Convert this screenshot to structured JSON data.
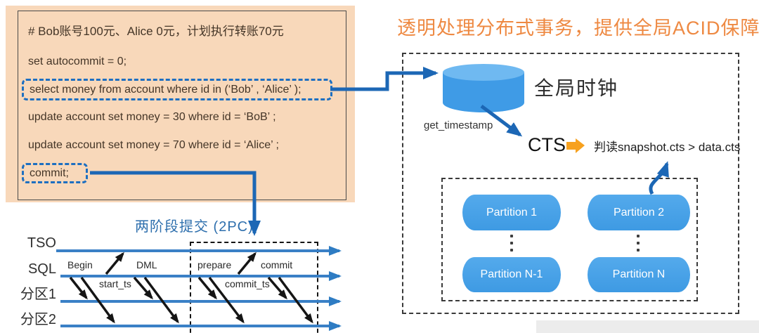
{
  "header": {
    "title": "透明处理分布式事务，提供全局ACID保障"
  },
  "code_box": {
    "comment_line": "# Bob账号100元、Alice 0元，计划执行转账70元",
    "autocommit_line": "set autocommit = 0;",
    "select_line": "select money from account where id in (‘Bob’ , ‘Alice’ );",
    "update_bob_line": "update account set money = 30 where id = ‘BoB’ ;",
    "update_alice_line": "update account set money = 70 where id = ‘Alice’ ;",
    "commit_line": "commit;"
  },
  "clock_panel": {
    "clock_label": "全局时钟",
    "get_timestamp_label": "get_timestamp",
    "cts_label": "CTS",
    "judge_label": "判读snapshot.cts > data.cts",
    "partitions": [
      "Partition 1",
      "Partition 2",
      "Partition N-1",
      "Partition N"
    ]
  },
  "two_pc": {
    "title": "两阶段提交 (2PC)",
    "lanes": [
      "TSO",
      "SQL",
      "分区1",
      "分区2"
    ],
    "labels": {
      "begin": "Begin",
      "start_ts": "start_ts",
      "dml": "DML",
      "prepare": "prepare",
      "commit_ts": "commit_ts",
      "commit": "commit"
    }
  },
  "colors": {
    "code_box_bg": "#f8d8ba",
    "highlight_dashed_blue": "#1d6fc1",
    "headline_orange": "#ee8942",
    "flow_blue": "#1c67b5",
    "timeline_blue": "#3a80c6",
    "partition_blue": "#42a0e8",
    "cylinder_blue": "#3f9be6",
    "fat_arrow_orange": "#f7a11e",
    "twopc_title_blue": "#2e6fad",
    "message_arrow_black": "#151515"
  }
}
